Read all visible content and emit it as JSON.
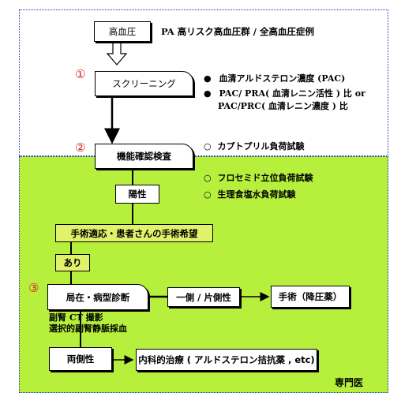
{
  "title": {
    "box": "高血圧",
    "text": "PA 高リスク高血圧群 / 全高血圧症例"
  },
  "steps": {
    "step1": {
      "number": "①",
      "box": "スクリーニング"
    },
    "step2": {
      "number": "②",
      "box": "機能確認検査"
    },
    "step3": {
      "number": "③",
      "box": "局在・病型診断"
    }
  },
  "screening_items": [
    {
      "bullet": "●",
      "text": "血清アルドステロン濃度 (PAC)"
    },
    {
      "bullet": "●",
      "text": "PAC/ PRA( 血清レニン活性 ) 比 or"
    },
    {
      "bullet": "",
      "text": "PAC/PRC( 血清レニン濃度 ) 比"
    }
  ],
  "function_tests": [
    {
      "bullet": "○",
      "text": "カプトプリル負荷試験"
    },
    {
      "bullet": "○",
      "text": "フロセミド立位負荷試験"
    },
    {
      "bullet": "○",
      "text": "生理食塩水負荷試験"
    }
  ],
  "flow": {
    "positive": "陽性",
    "surgery_wish": "手術適応・患者さんの手術希望",
    "yes": "あり",
    "unilateral": "一側 / 片側性",
    "surgery": "手術（降圧薬）",
    "methods": [
      "副腎 CT 撮影",
      "選択的副腎静脈採血"
    ],
    "bilateral": "両側性",
    "medical": "内科的治療 ( アルドステロン拮抗薬 , etc)"
  },
  "specialist_label": "専門医",
  "colors": {
    "specialist_region": "#b6f03c",
    "highlight_box": "#dff26a",
    "step_number": "#d62020",
    "border_dotted": "#2233bb"
  }
}
